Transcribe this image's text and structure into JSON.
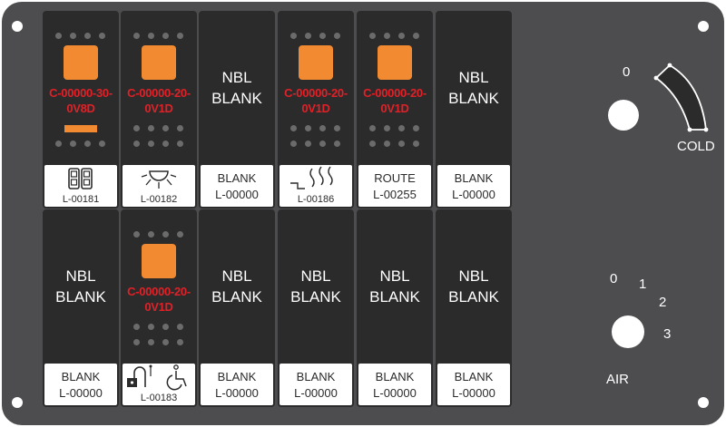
{
  "panel": {
    "knob_top": {
      "scale_start": "0",
      "scale_end": "COLD"
    },
    "knob_bottom": {
      "positions": [
        "0",
        "1",
        "2",
        "3"
      ],
      "label": "AIR"
    }
  },
  "switches": {
    "s1": {
      "part_line1": "C-00000-30-",
      "part_line2": "0V8D",
      "label_code": "L-00181",
      "icon": "double-switch-icon"
    },
    "s2": {
      "part_line1": "C-00000-20-",
      "part_line2": "0V1D",
      "label_code": "L-00182",
      "icon": "light-icon"
    },
    "s3": {
      "nbl_line1": "NBL",
      "nbl_line2": "BLANK",
      "label_line1": "BLANK",
      "label_line2": "L-00000"
    },
    "s4": {
      "part_line1": "C-00000-20-",
      "part_line2": "0V1D",
      "label_code": "L-00186",
      "icon": "steps-heat-icon"
    },
    "s5": {
      "part_line1": "C-00000-20-",
      "part_line2": "0V1D",
      "label_line1": "ROUTE",
      "label_line2": "L-00255"
    },
    "s6": {
      "nbl_line1": "NBL",
      "nbl_line2": "BLANK",
      "label_line1": "BLANK",
      "label_line2": "L-00000"
    },
    "s7": {
      "nbl_line1": "NBL",
      "nbl_line2": "BLANK",
      "label_line1": "BLANK",
      "label_line2": "L-00000"
    },
    "s8": {
      "part_line1": "C-00000-20-",
      "part_line2": "0V1D",
      "label_code": "L-00183",
      "icon": "lock-wheelchair-icon"
    },
    "s9": {
      "nbl_line1": "NBL",
      "nbl_line2": "BLANK",
      "label_line1": "BLANK",
      "label_line2": "L-00000"
    },
    "s10": {
      "nbl_line1": "NBL",
      "nbl_line2": "BLANK",
      "label_line1": "BLANK",
      "label_line2": "L-00000"
    },
    "s11": {
      "nbl_line1": "NBL",
      "nbl_line2": "BLANK",
      "label_line1": "BLANK",
      "label_line2": "L-00000"
    },
    "s12": {
      "nbl_line1": "NBL",
      "nbl_line2": "BLANK",
      "label_line1": "BLANK",
      "label_line2": "L-00000"
    }
  },
  "colors": {
    "panel": "#4d4d4f",
    "switch_body": "#2b2b2c",
    "led": "#f18a31",
    "part_text": "#e02127"
  }
}
